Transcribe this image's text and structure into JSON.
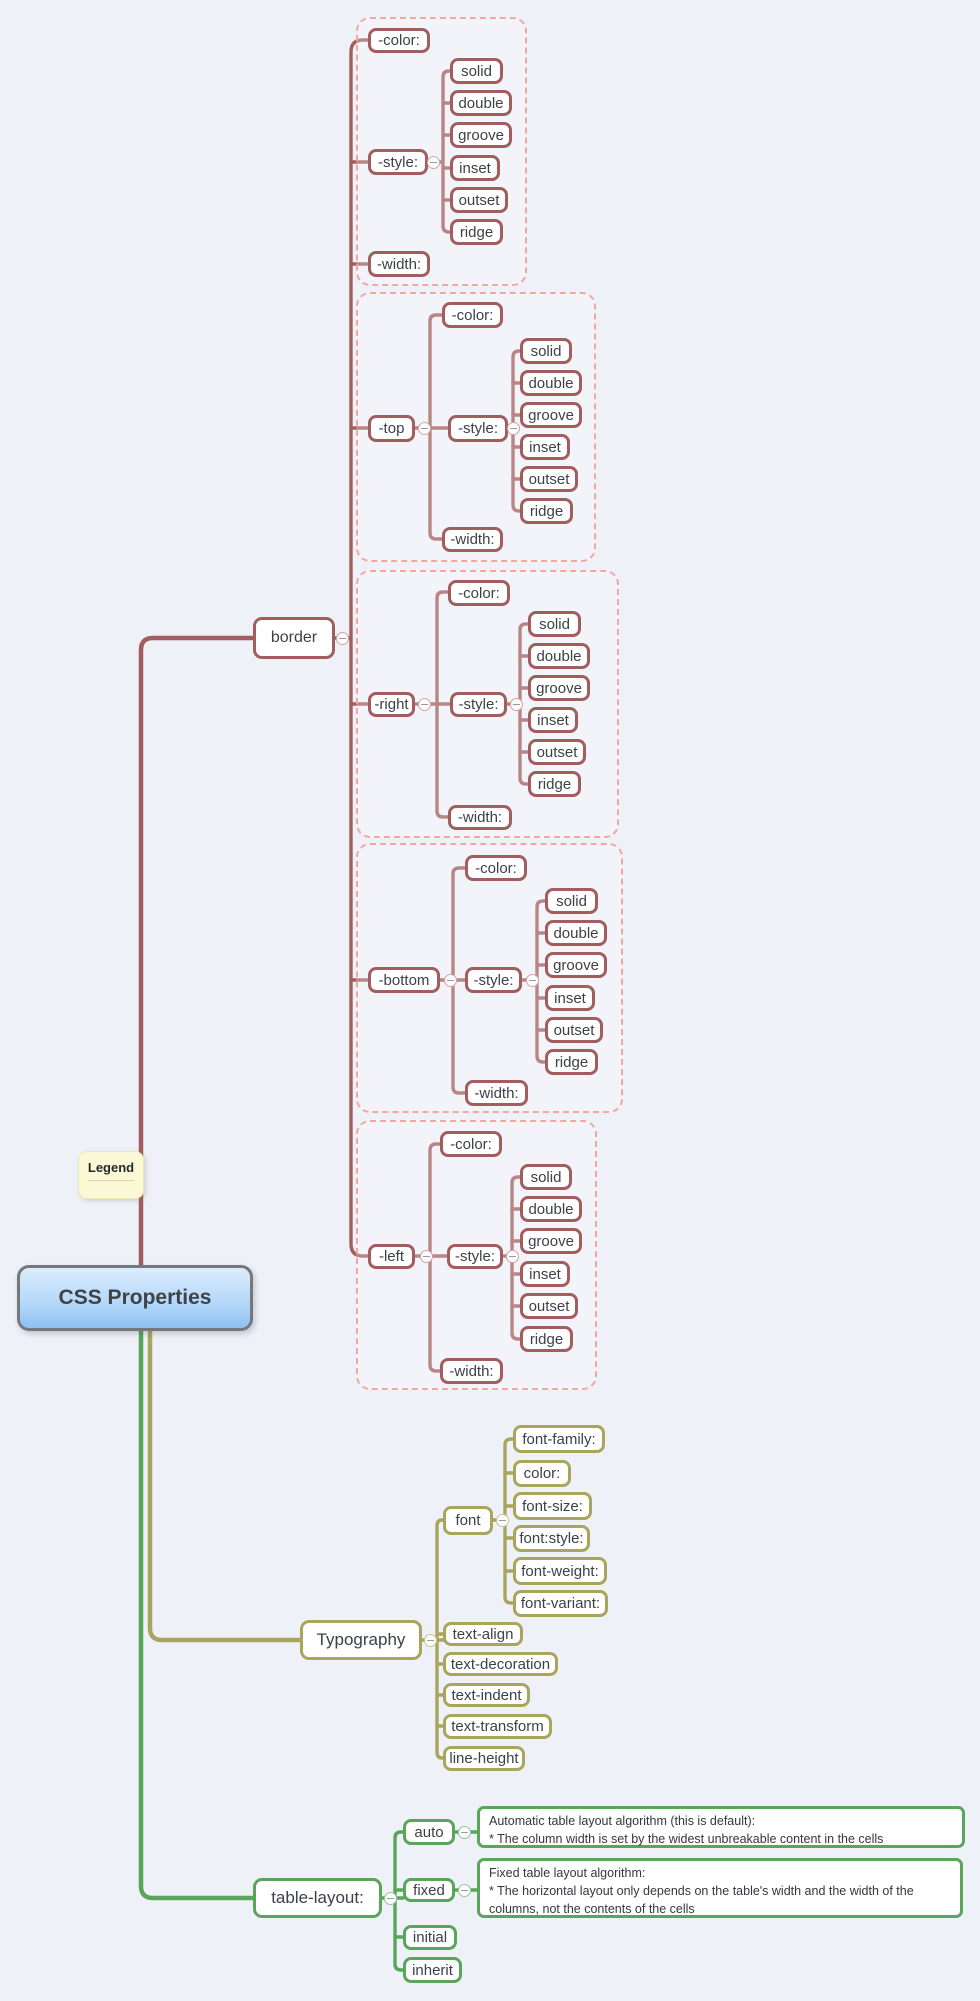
{
  "palette": {
    "background": "#eff1f8",
    "border_branch": "#a25e5e",
    "border_group_dashed": "#f5a69e",
    "typography_branch": "#a9a55d",
    "table_branch": "#58a55b",
    "root_fill_top": "#dcedfd",
    "root_fill_bottom": "#8ec2f1",
    "root_border": "#75797e",
    "legend_fill": "#fbf9d5",
    "node_text": "#3c4147"
  },
  "root": {
    "label": "CSS Properties"
  },
  "legend": {
    "label": "Legend"
  },
  "border": {
    "label": "border",
    "props": {
      "color": "-color:",
      "style": "-style:",
      "width": "-width:"
    },
    "style_values": [
      "solid",
      "double",
      "groove",
      "inset",
      "outset",
      "ridge"
    ],
    "sides": {
      "top": "-top",
      "right": "-right",
      "bottom": "-bottom",
      "left": "-left"
    }
  },
  "typography": {
    "label": "Typography",
    "font": {
      "label": "font",
      "children": [
        "font-family:",
        "color:",
        "font-size:",
        "font:style:",
        "font-weight:",
        "font-variant:"
      ]
    },
    "children": [
      "text-align",
      "text-decoration",
      "text-indent",
      "text-transform",
      "line-height"
    ]
  },
  "table_layout": {
    "label": "table-layout:",
    "values": [
      "auto",
      "fixed",
      "initial",
      "inherit"
    ],
    "auto_note": {
      "line1": "Automatic table layout algorithm (this is default):",
      "line2": " * The column width is set by the widest unbreakable content in the cells"
    },
    "fixed_note": {
      "line1": "Fixed table layout algorithm:",
      "line2": " * The horizontal layout only depends on the table's width and the width of the columns, not the contents of the cells"
    }
  }
}
